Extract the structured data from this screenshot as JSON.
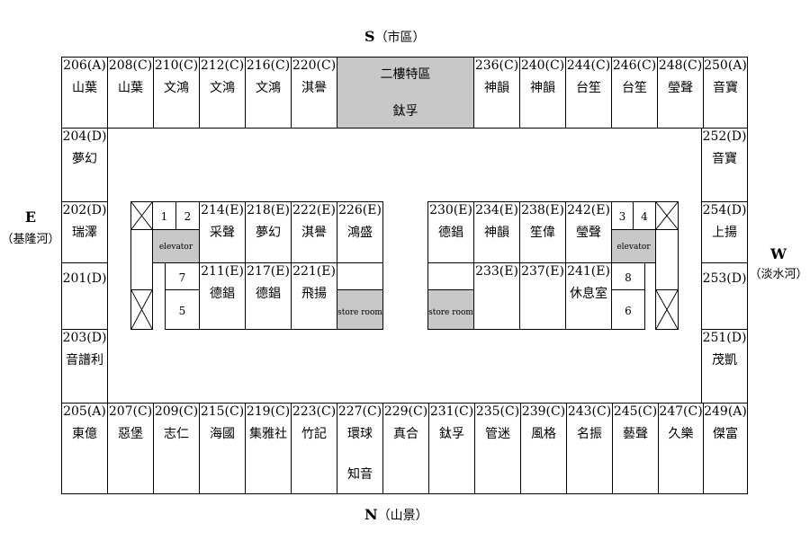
{
  "directions": {
    "south": {
      "letter": "S",
      "note": "（市區）"
    },
    "north": {
      "letter": "N",
      "note": "（山景）"
    },
    "east": {
      "letter": "E",
      "note": "（基隆河）"
    },
    "west": {
      "letter": "W",
      "note": "（淡水河）"
    }
  },
  "special_zone": {
    "title": "二樓特區",
    "name": "鈦孚"
  },
  "top_row": [
    {
      "num": "206(A)",
      "name": "山葉"
    },
    {
      "num": "208(C)",
      "name": "山葉"
    },
    {
      "num": "210(C)",
      "name": "文鴻"
    },
    {
      "num": "212(C)",
      "name": "文鴻"
    },
    {
      "num": "216(C)",
      "name": "文鴻"
    },
    {
      "num": "220(C)",
      "name": "淇譽"
    },
    {
      "num": "236(C)",
      "name": "神韻"
    },
    {
      "num": "240(C)",
      "name": "神韻"
    },
    {
      "num": "244(C)",
      "name": "台笙"
    },
    {
      "num": "246(C)",
      "name": "台笙"
    },
    {
      "num": "248(C)",
      "name": "瑩聲"
    },
    {
      "num": "250(A)",
      "name": "音寶"
    }
  ],
  "left_col": [
    {
      "num": "204(D)",
      "name": "夢幻"
    },
    {
      "num": "202(D)",
      "name": "瑞澤"
    },
    {
      "num": "201(D)",
      "name": ""
    },
    {
      "num": "203(D)",
      "name": "音譜利"
    }
  ],
  "right_col": [
    {
      "num": "252(D)",
      "name": "音寶"
    },
    {
      "num": "254(D)",
      "name": "上揚"
    },
    {
      "num": "253(D)",
      "name": ""
    },
    {
      "num": "251(D)",
      "name": "茂凱"
    }
  ],
  "bottom_row": [
    {
      "num": "205(A)",
      "name": "東億",
      "name2": ""
    },
    {
      "num": "207(C)",
      "name": "惡堡",
      "name2": ""
    },
    {
      "num": "209(C)",
      "name": "志仁",
      "name2": ""
    },
    {
      "num": "215(C)",
      "name": "海國",
      "name2": ""
    },
    {
      "num": "219(C)",
      "name": "集雅社",
      "name2": ""
    },
    {
      "num": "223(C)",
      "name": "竹記",
      "name2": ""
    },
    {
      "num": "227(C)",
      "name": "環球",
      "name2": "知音"
    },
    {
      "num": "229(C)",
      "name": "真合",
      "name2": ""
    },
    {
      "num": "231(C)",
      "name": "鈦孚",
      "name2": ""
    },
    {
      "num": "235(C)",
      "name": "管迷",
      "name2": ""
    },
    {
      "num": "239(C)",
      "name": "風格",
      "name2": ""
    },
    {
      "num": "243(C)",
      "name": "名振",
      "name2": ""
    },
    {
      "num": "245(C)",
      "name": "藝聲",
      "name2": ""
    },
    {
      "num": "247(C)",
      "name": "久樂",
      "name2": ""
    },
    {
      "num": "249(A)",
      "name": "傑富",
      "name2": ""
    }
  ],
  "left_island": {
    "stairs": [
      "1",
      "2",
      "7",
      "5"
    ],
    "elevator": "elevator",
    "upper": [
      {
        "num": "214(E)",
        "name": "采聲"
      },
      {
        "num": "218(E)",
        "name": "夢幻"
      },
      {
        "num": "222(E)",
        "name": "淇譽"
      },
      {
        "num": "226(E)",
        "name": "鴻盛"
      }
    ],
    "lower": [
      {
        "num": "211(E)",
        "name": "德錩"
      },
      {
        "num": "217(E)",
        "name": "德錩"
      },
      {
        "num": "221(E)",
        "name": "飛揚"
      }
    ],
    "store_room": "store room"
  },
  "right_island": {
    "stairs": [
      "3",
      "4",
      "8",
      "6"
    ],
    "elevator": "elevator",
    "upper": [
      {
        "num": "230(E)",
        "name": "德錩"
      },
      {
        "num": "234(E)",
        "name": "神韻"
      },
      {
        "num": "238(E)",
        "name": "笙偉"
      },
      {
        "num": "242(E)",
        "name": "瑩聲"
      }
    ],
    "lower": [
      {
        "num": "233(E)",
        "name": ""
      },
      {
        "num": "237(E)",
        "name": ""
      },
      {
        "num": "241(E)",
        "name": "休息室"
      }
    ],
    "store_room": "store room"
  }
}
